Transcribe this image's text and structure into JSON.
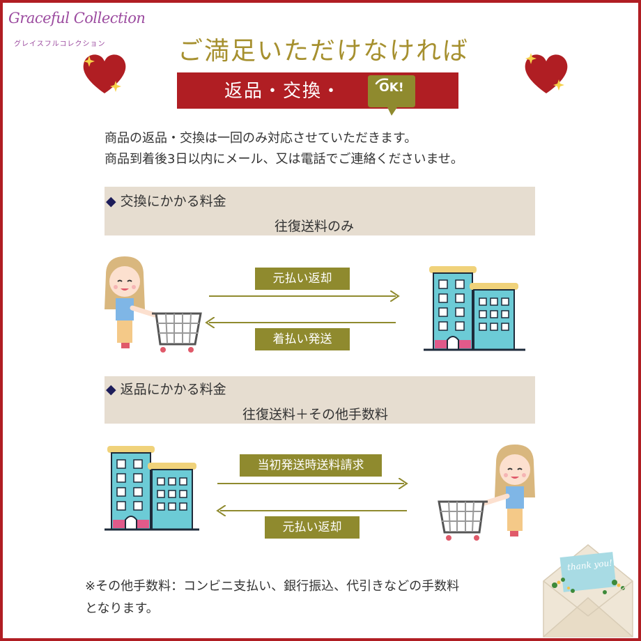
{
  "brand": {
    "logo": "Graceful Collection",
    "logo_kana": "グレイスフルコレクション"
  },
  "heading": {
    "title": "ご満足いただけなければ",
    "banner": "返品・交換・",
    "ok_badge": "OK!"
  },
  "intro": {
    "line1": "商品の返品・交換は一回のみ対応させていただきます。",
    "line2": "商品到着後3日以内にメール、又は電話でご連絡くださいませ。"
  },
  "exchange": {
    "bullet": "◆",
    "label": "交換にかかる料金",
    "fee": "往復送料のみ",
    "tag_top": "元払い返却",
    "tag_bottom": "着払い発送"
  },
  "returns": {
    "bullet": "◆",
    "label": "返品にかかる料金",
    "fee": "往復送料＋その他手数料",
    "tag_top": "当初発送時送料請求",
    "tag_bottom": "元払い返却"
  },
  "footnote": {
    "line1": "※その他手数料：コンビニ支払い、銀行振込、代引きなどの手数料",
    "line2": "となります。"
  },
  "card": {
    "text": "thank you!"
  },
  "colors": {
    "frame": "#b01e23",
    "gold": "#a6902f",
    "olive": "#8f8a2e",
    "panel": "#e6ddd0",
    "building": "#6ccbd6"
  }
}
